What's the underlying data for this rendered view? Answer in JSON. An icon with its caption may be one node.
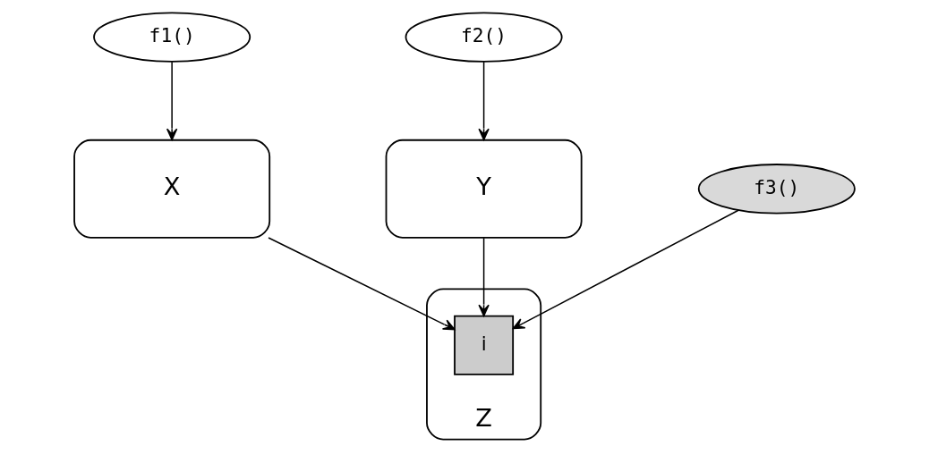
{
  "diagram": {
    "nodes": [
      {
        "text": [
          "f1()"
        ]
      },
      {
        "text": [
          "f2()"
        ]
      },
      {
        "text": [
          "X"
        ]
      },
      {
        "text": [
          "Y"
        ]
      },
      {
        "text": [
          "f3()"
        ]
      },
      {
        "text": [
          "Z"
        ]
      },
      {
        "text": [
          "i"
        ],
        "in": 5
      }
    ],
    "edges": [
      {
        "from": 0,
        "to": 2,
        "arrow": "to"
      },
      {
        "from": 1,
        "to": 3,
        "arrow": "to"
      },
      {
        "from": 2,
        "to": 6,
        "arrow": "to"
      },
      {
        "from": 3,
        "to": 6,
        "arrow": "to"
      },
      {
        "from": 4,
        "to": 6,
        "arrow": "to"
      }
    ]
  }
}
